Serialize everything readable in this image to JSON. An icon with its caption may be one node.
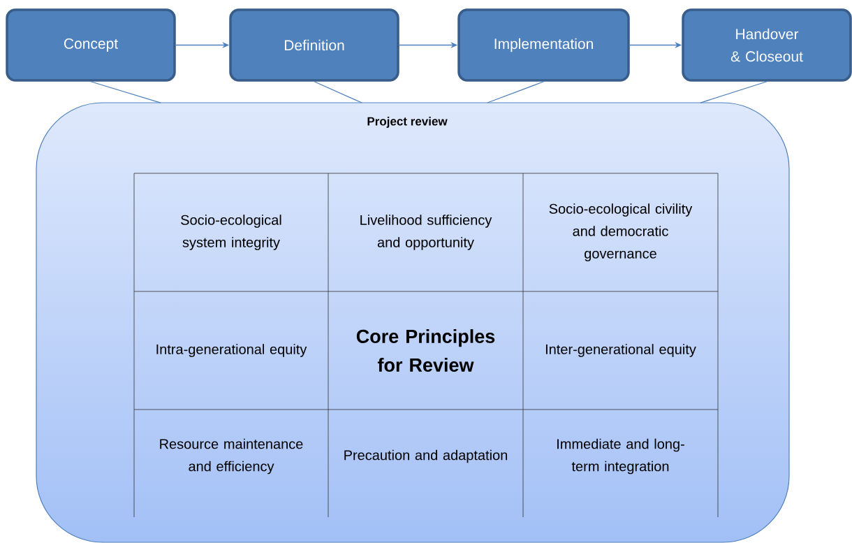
{
  "diagram": {
    "nodes": [
      {
        "text": [
          "Concept"
        ]
      },
      {
        "text": [
          "Definition"
        ]
      },
      {
        "text": [
          "Implementation"
        ]
      },
      {
        "text": [
          "Handover & Closeout"
        ]
      },
      {
        "text": [
          "Project review"
        ]
      },
      {
        "text": [
          "Socio-ecological system integrity"
        ],
        "in": 4
      },
      {
        "text": [
          "Livelihood sufficiency and opportunity"
        ],
        "in": 4
      },
      {
        "text": [
          "Socio-ecological civility and democratic governance"
        ],
        "in": 4
      },
      {
        "text": [
          "Intra-generational equity"
        ],
        "in": 4
      },
      {
        "text": [
          "Core Principles for Review"
        ],
        "in": 4
      },
      {
        "text": [
          "Inter-generational equity"
        ],
        "in": 4
      },
      {
        "text": [
          "Resource maintenance and efficiency"
        ],
        "in": 4
      },
      {
        "text": [
          "Precaution and adaptation"
        ],
        "in": 4
      },
      {
        "text": [
          "Immediate and long-term integration"
        ],
        "in": 4
      }
    ],
    "edges": [
      {
        "from": 0,
        "to": 1,
        "arrow": "to"
      },
      {
        "from": 1,
        "to": 2,
        "arrow": "to"
      },
      {
        "from": 2,
        "to": 3,
        "arrow": "to"
      },
      {
        "from": 0,
        "to": 4,
        "arrow": "none"
      },
      {
        "from": 1,
        "to": 4,
        "arrow": "none"
      },
      {
        "from": 2,
        "to": 4,
        "arrow": "none"
      },
      {
        "from": 3,
        "to": 4,
        "arrow": "none"
      }
    ]
  }
}
